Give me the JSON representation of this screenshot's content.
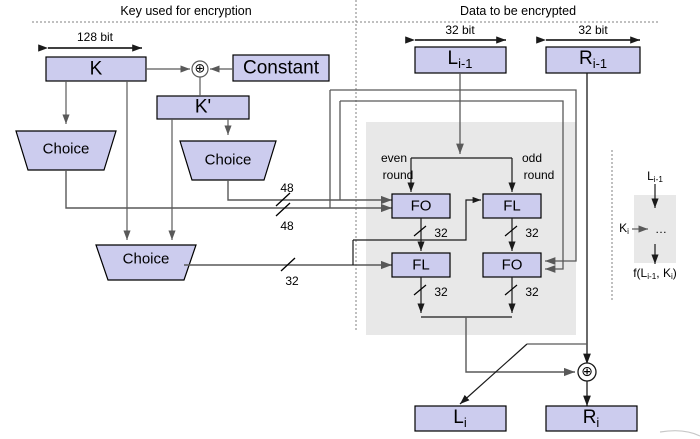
{
  "diagram": {
    "title_left": "Key used for encryption",
    "title_right": "Data to be encrypted",
    "colors": {
      "box_fill": "#ccccee",
      "box_stroke": "#000000",
      "panel_fill": "#e8e8e8",
      "wire": "#595959",
      "wire_dark": "#1a1a1a",
      "divider": "#808080"
    }
  },
  "key_side": {
    "width_label": "128 bit",
    "k_box": "K",
    "constant_box": "Constant",
    "kprime_box": "K'",
    "xor_symbol": "⊕",
    "choice_left": "Choice",
    "choice_right": "Choice",
    "choice_bottom": "Choice",
    "bus_48_a": "48",
    "bus_48_b": "48",
    "bus_32": "32"
  },
  "data_side": {
    "width_label_left": "32 bit",
    "width_label_right": "32 bit",
    "l_in_main": "L",
    "l_in_sub": "i-1",
    "r_in_main": "R",
    "r_in_sub": "i-1",
    "even_round_line1": "even",
    "even_round_line2": "round",
    "odd_round_line1": "odd",
    "odd_round_line2": "round",
    "cells": [
      {
        "label": "FO",
        "out_width": "32"
      },
      {
        "label": "FL",
        "out_width": "32"
      },
      {
        "label": "FL",
        "out_width": "32"
      },
      {
        "label": "FO",
        "out_width": "32"
      }
    ],
    "xor_symbol": "⊕",
    "l_out_main": "L",
    "l_out_sub": "i",
    "r_out_main": "R",
    "r_out_sub": "i"
  },
  "legend": {
    "input_main": "L",
    "input_sub": "i-1",
    "key_main": "K",
    "key_sub": "i",
    "ellipsis": "…",
    "output_text": "f(L",
    "output_sub1": "i-1",
    "output_mid": ", K",
    "output_sub2": "i",
    "output_end": ")"
  }
}
